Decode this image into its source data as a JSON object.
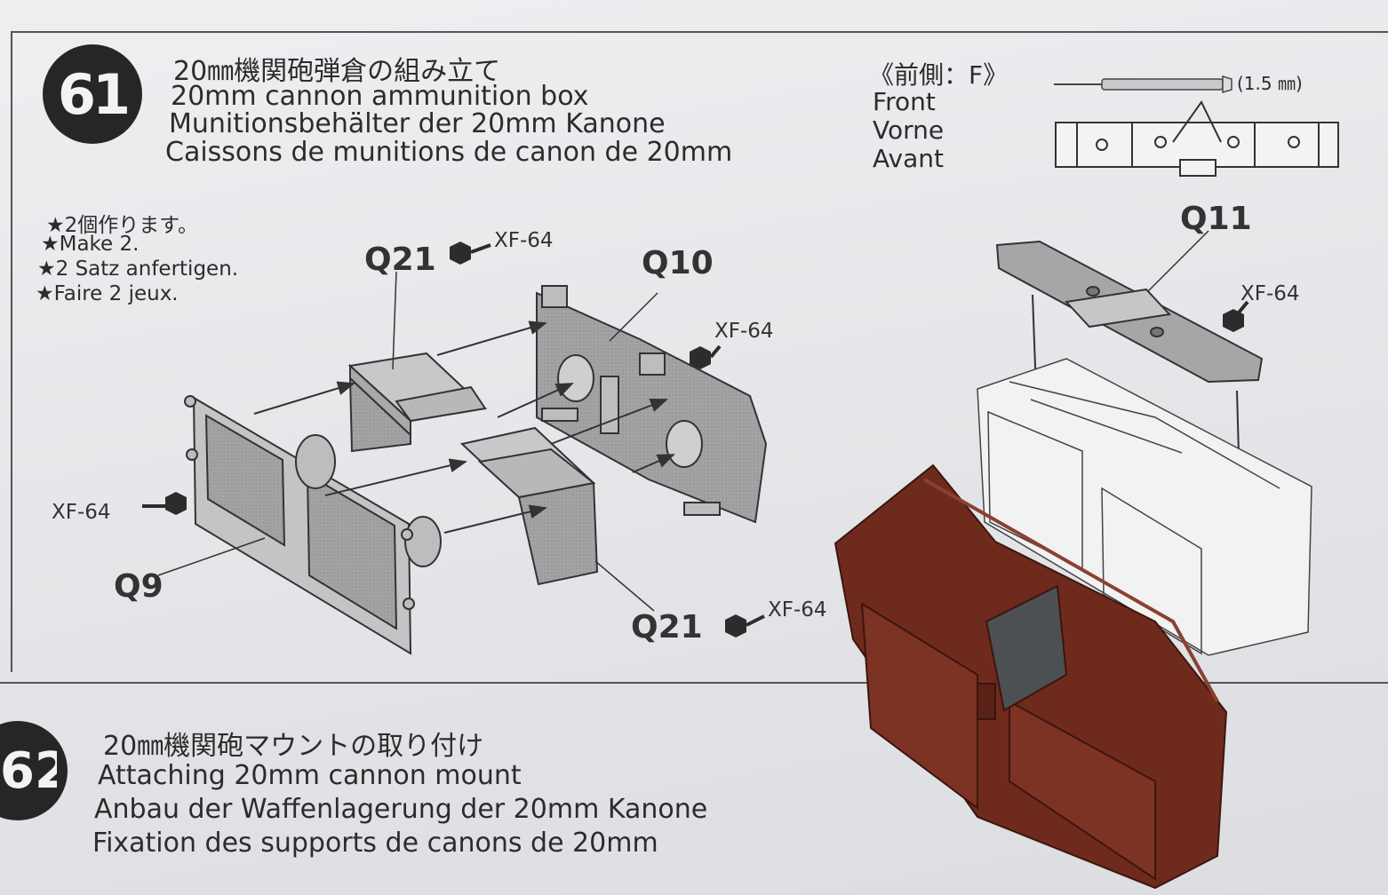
{
  "step61": {
    "number": "61",
    "title_jp": "20㎜機関砲弾倉の組み立て",
    "title_en": "20mm cannon ammunition box",
    "title_de": "Munitionsbehälter der 20mm Kanone",
    "title_fr": "Caissons de munitions de canon de 20mm"
  },
  "front_note": {
    "jp": "《前側：F》",
    "en": "Front",
    "de": "Vorne",
    "fr": "Avant",
    "drill_size": "(1.5 ㎜)"
  },
  "make_note": {
    "jp": "★2個作ります。",
    "en": "★Make 2.",
    "de": "★2 Satz anfertigen.",
    "fr": "★Faire 2 jeux."
  },
  "part_labels": {
    "q21_top": "Q21",
    "q10": "Q10",
    "q9": "Q9",
    "q21_bottom": "Q21",
    "q11": "Q11"
  },
  "paint_labels": {
    "top": "XF-64",
    "right": "XF-64",
    "left": "XF-64",
    "bottom": "XF-64",
    "q11": "XF-64"
  },
  "step62": {
    "number": "62",
    "title_jp": "20㎜機関砲マウントの取り付け",
    "title_en": "Attaching 20mm cannon mount",
    "title_de": "Anbau der Waffenlagerung der 20mm Kanone",
    "title_fr": "Fixation des supports de canons de 20mm"
  },
  "colors": {
    "paper": "#e9eaec",
    "ink": "#2c2c2c",
    "part_grey": "#9a9a9a",
    "model_brown": "#6e2b1d"
  },
  "icons": [
    "paint-hexagon-icon",
    "drill-bit-icon",
    "arrow-icon"
  ]
}
